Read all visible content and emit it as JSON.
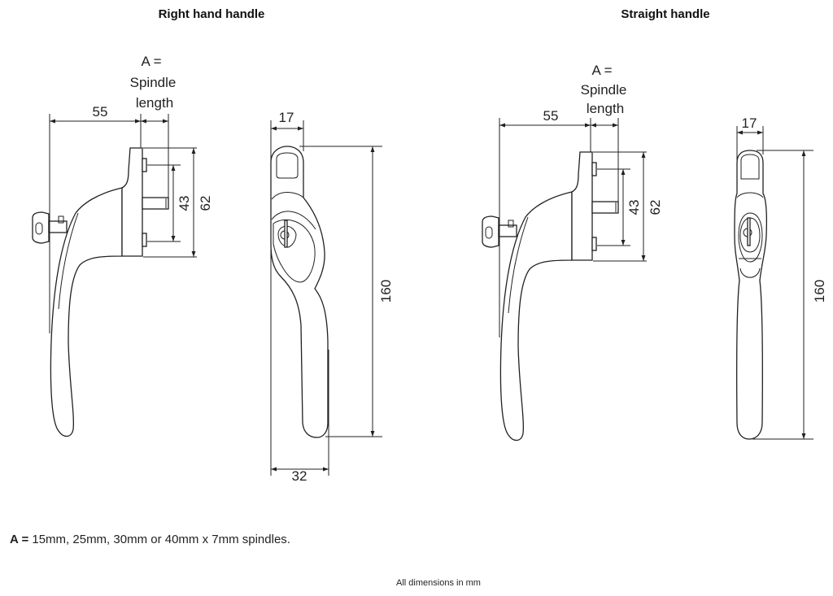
{
  "titles": {
    "left": "Right hand handle",
    "right": "Straight handle"
  },
  "spindle_label": {
    "line1": "A =",
    "line2": "Spindle",
    "line3": "length"
  },
  "dimensions": {
    "projection": "55",
    "boss_spacing": "43",
    "plate_height": "62",
    "head_width": "17",
    "overall_length": "160",
    "lever_width": "32"
  },
  "note": {
    "prefix": "A =",
    "text": " 15mm, 25mm, 30mm or 40mm x 7mm spindles."
  },
  "footer": "All dimensions in mm",
  "colors": {
    "ink": "#231f20",
    "background": "#ffffff"
  }
}
